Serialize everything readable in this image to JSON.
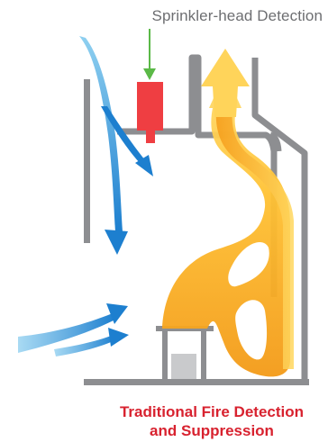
{
  "diagram": {
    "label_top": "Sprinkler-head Detection",
    "caption_line1": "Traditional Fire Detection",
    "caption_line2": "and Suppression",
    "colors": {
      "wall": "#8d8e91",
      "sprinkler": "#ef3e42",
      "pointer": "#5bb947",
      "air_arrow": "#2f8fd6",
      "air_arrow_light": "#7fc6ef",
      "fire_core": "#f6a31b",
      "fire_outer": "#ffd45a",
      "caption": "#d8222f",
      "label": "#6d6e71"
    }
  }
}
